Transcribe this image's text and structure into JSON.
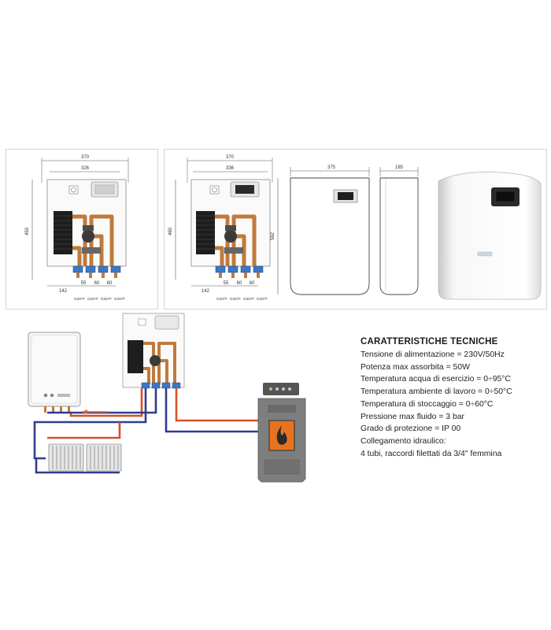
{
  "panel_left": {
    "dims": {
      "width_outer": "370",
      "width_inner": "326",
      "height": "450",
      "bottom_offset": "142",
      "spacing_1": "55",
      "spacing_2": "60",
      "spacing_3": "60"
    },
    "fittings": [
      "G3/4\"F",
      "G3/4\"F",
      "G3/4\"F",
      "G3/4\"F"
    ]
  },
  "panel_mid": {
    "dims": {
      "width_outer": "370",
      "width_inner": "336",
      "height": "460",
      "bottom_offset": "142",
      "spacing_1": "55",
      "spacing_2": "60",
      "spacing_3": "60"
    },
    "fittings": [
      "G3/4\"F",
      "G3/4\"F",
      "G3/4\"F",
      "G3/4\"F"
    ],
    "cover_front": {
      "width": "375",
      "height": "562"
    },
    "cover_side": {
      "depth": "185"
    }
  },
  "specs": {
    "title": "CARATTERISTICHE TECNICHE",
    "lines": [
      "Tensione di alimentazione = 230V/50Hz",
      "Potenza max assorbita = 50W",
      "Temperatura acqua di esercizio = 0÷95°C",
      "Temperatura ambiente di lavoro = 0÷50°C",
      "Temperatura di stoccaggio = 0÷60°C",
      "Pressione max fluido = 3 bar",
      "Grado di protezione = IP 00",
      "Collegamento idraulico:",
      "4 tubi, raccordi filettati da 3/4\" femmina"
    ]
  },
  "colors": {
    "copper": "#c07a3a",
    "pipe_hot": "#d4502c",
    "pipe_cold": "#2f3e8c",
    "stove_body": "#7e7e7e",
    "flame": "#e8731e",
    "coupling_blue": "#3a78c8"
  }
}
